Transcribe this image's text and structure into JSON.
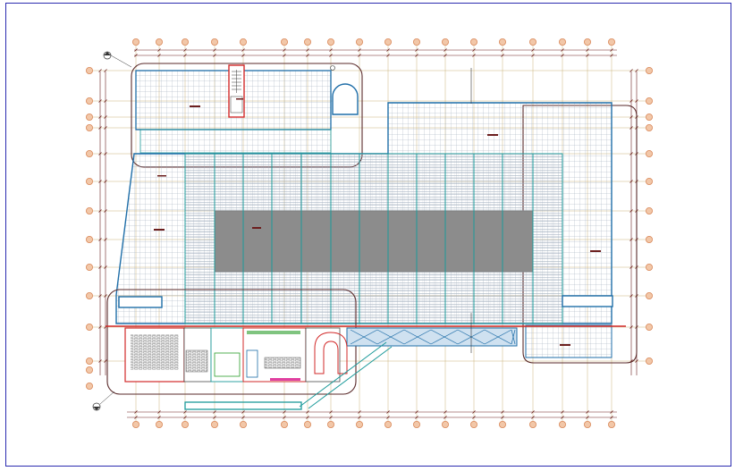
{
  "drawing": {
    "type": "architectural floor plan",
    "colors": {
      "frame": "#2b2bb0",
      "grid_line": "#c9b27a",
      "grid_bubble": "#d9895a",
      "roof_outline": "#1f6ea8",
      "teal_outline": "#1c9a9a",
      "red_wall": "#d22a2a",
      "dark_wall": "#5a2a2a",
      "court": "#8c8c8c",
      "hatch": "#9aa7b8",
      "dimension": "#6b1e1e"
    },
    "column_grid_count": 18,
    "row_grid_count": 12
  }
}
